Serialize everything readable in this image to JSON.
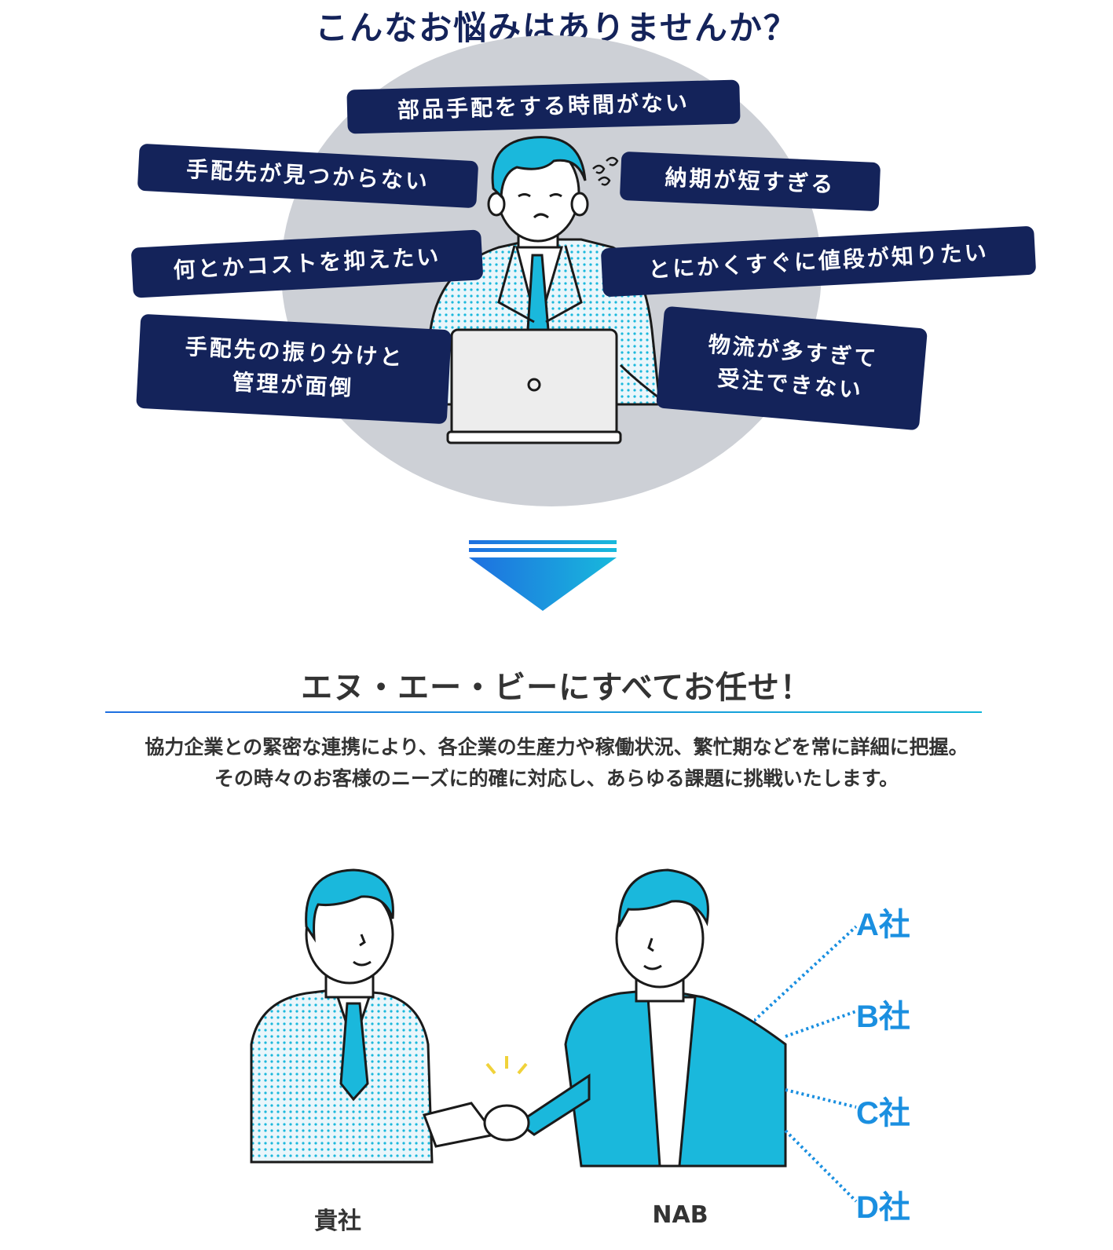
{
  "top": {
    "headline": "こんなお悩みはありませんか？",
    "worries": [
      "部品手配をする時間がない",
      "手配先が見つからない",
      "納期が短すぎる",
      "何とかコストを抑えたい",
      "とにかくすぐに値段が知りたい",
      "手配先の振り分けと",
      "管理が面倒",
      "物流が多すぎて",
      "受注できない"
    ]
  },
  "solution": {
    "title": "エヌ・エー・ビーにすべてお任せ！",
    "description_line1": "協力企業との緊密な連携により、各企業の生産力や稼働状況、繁忙期などを常に詳細に把握。",
    "description_line2": "その時々のお客様のニーズに的確に対応し、あらゆる課題に挑戦いたします。"
  },
  "illustration": {
    "client_label": "貴社",
    "nab_label": "NAB",
    "partners": [
      "A社",
      "B社",
      "C社",
      "D社"
    ]
  },
  "colors": {
    "navy": "#14235a",
    "cyan": "#1ab8dc",
    "blue": "#1a8fe0",
    "ellipse_gray": "#cdd0d6"
  }
}
